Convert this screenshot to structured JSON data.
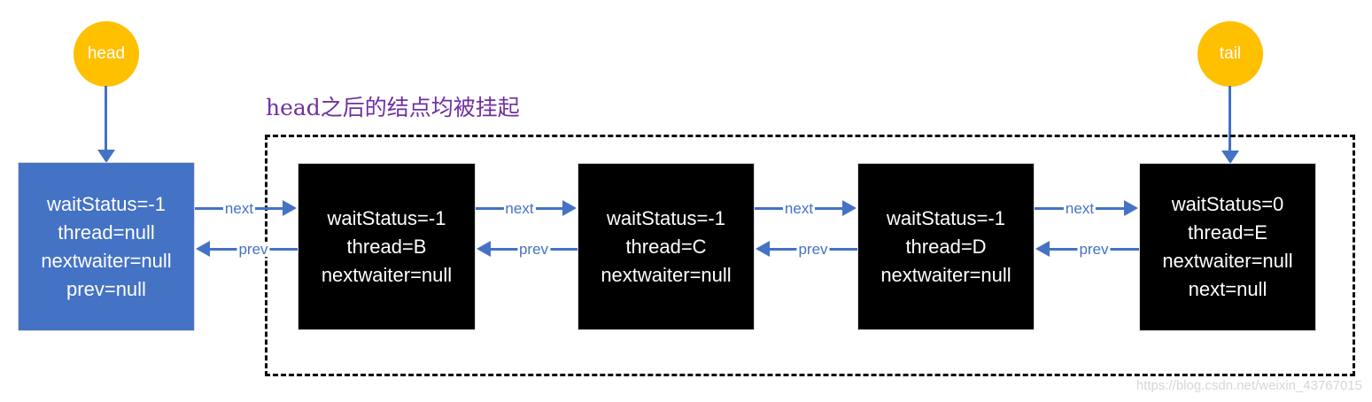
{
  "diagram": {
    "pointer_head": "head",
    "pointer_tail": "tail",
    "caption": "head之后的结点均被挂起",
    "edge_labels": {
      "next": "next",
      "prev": "prev"
    },
    "nodes": [
      {
        "id": "head-node",
        "lines": [
          "waitStatus=-1",
          "thread=null",
          "nextwaiter=null",
          "prev=null"
        ]
      },
      {
        "id": "node-b",
        "lines": [
          "waitStatus=-1",
          "thread=B",
          "nextwaiter=null"
        ]
      },
      {
        "id": "node-c",
        "lines": [
          "waitStatus=-1",
          "thread=C",
          "nextwaiter=null"
        ]
      },
      {
        "id": "node-d",
        "lines": [
          "waitStatus=-1",
          "thread=D",
          "nextwaiter=null"
        ]
      },
      {
        "id": "node-e",
        "lines": [
          "waitStatus=0",
          "thread=E",
          "nextwaiter=null",
          "next=null"
        ]
      }
    ],
    "colors": {
      "node_blue": "#4472C4",
      "node_black": "#000000",
      "pointer_gold": "#FFC000",
      "arrow_blue": "#4472C4",
      "caption_purple": "#7030A0"
    },
    "watermark": "https://blog.csdn.net/weixin_43767015"
  }
}
